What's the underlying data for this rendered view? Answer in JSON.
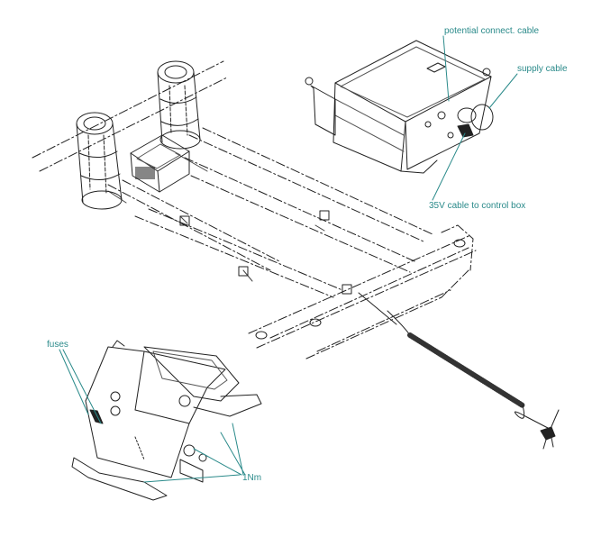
{
  "colors": {
    "label_text": "#2a8a8a",
    "leader_line": "#2a8a8a",
    "drawing_stroke": "#222222",
    "background": "#ffffff"
  },
  "labels": {
    "potential_connect_cable": "potential connect. cable",
    "supply_cable": "supply cable",
    "cable_35v": "35V cable to control box",
    "fuses": "fuses",
    "torque_1nm": "1Nm"
  }
}
